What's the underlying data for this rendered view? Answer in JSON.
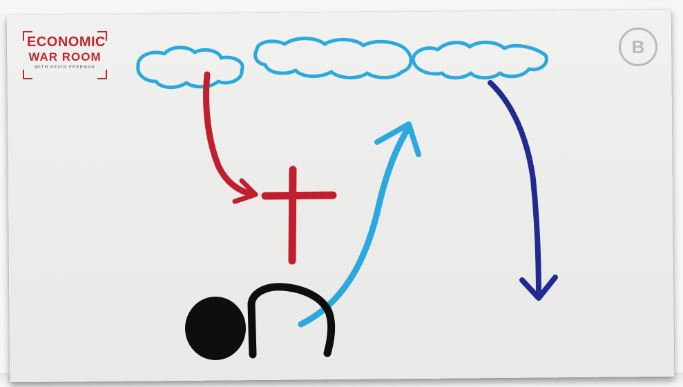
{
  "logo": {
    "line1": "ECONOMIC",
    "line2": "WAR ROOM",
    "line3": "with KEVIN FREEMAN"
  },
  "badge": {
    "letter": "B"
  },
  "colors": {
    "cloud": "#2ba8dd",
    "red_arrow": "#c21f2e",
    "cross": "#c21f2e",
    "blue_arrow_up": "#2ba8dd",
    "navy_arrow_down": "#222a8f",
    "figure": "#0e0e0e",
    "logo_red": "#c0272d"
  },
  "diagram": {
    "elements": [
      "cloud-left",
      "cloud-middle",
      "cloud-right",
      "red-curved-arrow-down",
      "red-cross",
      "person-figure",
      "blue-curved-arrow-up",
      "navy-curved-arrow-down"
    ]
  }
}
